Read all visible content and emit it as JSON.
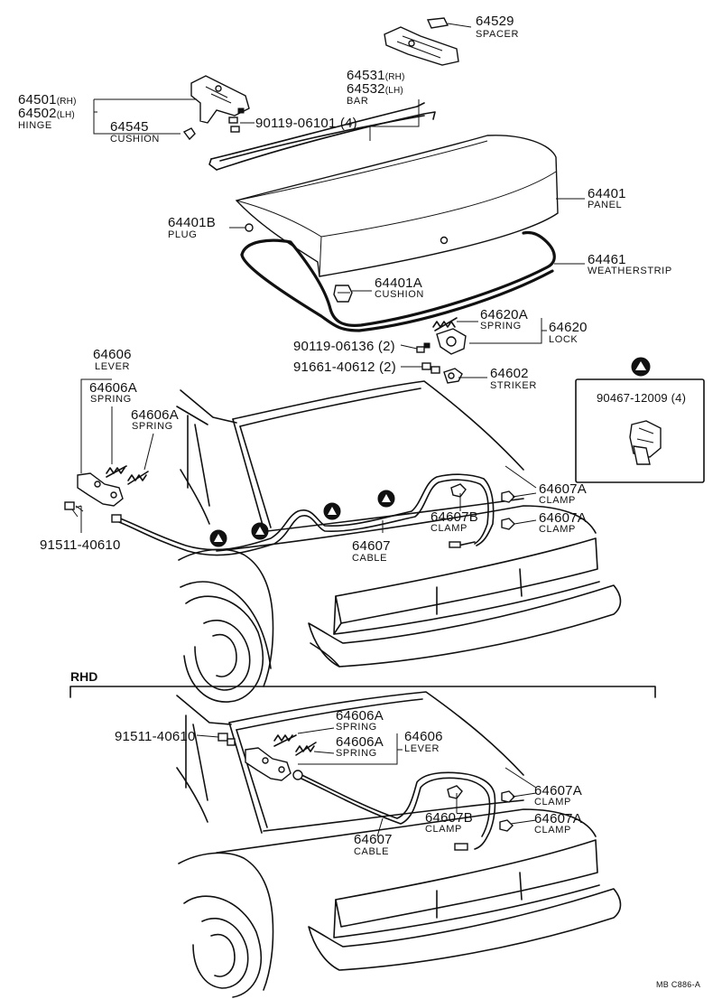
{
  "parts": {
    "p64529": {
      "num": "64529",
      "name": "SPACER"
    },
    "p64531": {
      "num": "64531",
      "side": "(RH)"
    },
    "p64532": {
      "num": "64532",
      "side": "(LH)",
      "name": "BAR"
    },
    "p64501": {
      "num": "64501",
      "side": "(RH)"
    },
    "p64502": {
      "num": "64502",
      "side": "(LH)",
      "name": "HINGE"
    },
    "p64545": {
      "num": "64545",
      "name": "CUSHION"
    },
    "p90119a": {
      "num": "90119-06101 (4)"
    },
    "p64401": {
      "num": "64401",
      "name": "PANEL"
    },
    "p64401b": {
      "num": "64401B",
      "name": "PLUG"
    },
    "p64461": {
      "num": "64461",
      "name": "WEATHERSTRIP"
    },
    "p64401a": {
      "num": "64401A",
      "name": "CUSHION"
    },
    "p64620a": {
      "num": "64620A",
      "name": "SPRING"
    },
    "p64620": {
      "num": "64620",
      "name": "LOCK"
    },
    "p90119b": {
      "num": "90119-06136 (2)"
    },
    "p91661": {
      "num": "91661-40612 (2)"
    },
    "p64602": {
      "num": "64602",
      "name": "STRIKER"
    },
    "p64606": {
      "num": "64606",
      "name": "LEVER"
    },
    "p64606a1": {
      "num": "64606A",
      "name": "SPRING"
    },
    "p64606a2": {
      "num": "64606A",
      "name": "SPRING"
    },
    "p90467": {
      "num": "90467-12009 (4)"
    },
    "p64607a1": {
      "num": "64607A",
      "name": "CLAMP"
    },
    "p64607b": {
      "num": "64607B",
      "name": "CLAMP"
    },
    "p64607a2": {
      "num": "64607A",
      "name": "CLAMP"
    },
    "p64607": {
      "num": "64607",
      "name": "CABLE"
    },
    "p91511": {
      "num": "91511-40610"
    }
  },
  "rhd": {
    "title": "RHD",
    "p91511": {
      "num": "91511-40610"
    },
    "p64606a1": {
      "num": "64606A",
      "name": "SPRING"
    },
    "p64606a2": {
      "num": "64606A",
      "name": "SPRING"
    },
    "p64606": {
      "num": "64606",
      "name": "LEVER"
    },
    "p64607a1": {
      "num": "64607A",
      "name": "CLAMP"
    },
    "p64607b": {
      "num": "64607B",
      "name": "CLAMP"
    },
    "p64607a2": {
      "num": "64607A",
      "name": "CLAMP"
    },
    "p64607": {
      "num": "64607",
      "name": "CABLE"
    }
  },
  "drawing_code": "MB C886-A"
}
